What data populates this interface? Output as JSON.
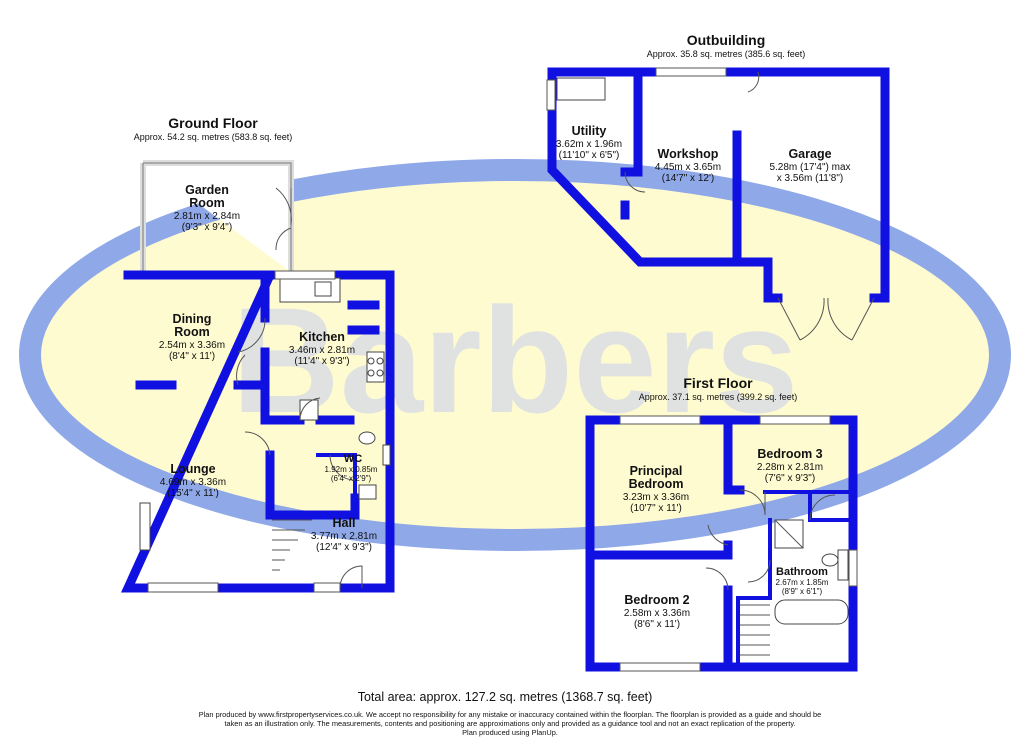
{
  "watermark": "Barbers",
  "colors": {
    "walls": "#1010e0",
    "logo_oval": "#fffbd0",
    "logo_border": "#8fa8e8"
  },
  "ground_floor": {
    "title": "Ground Floor",
    "area": "Approx. 54.2 sq. metres (583.8 sq. feet)",
    "rooms": [
      {
        "name_lines": [
          "Garden",
          "Room"
        ],
        "dims": "2.81m x 2.84m",
        "imperial": "(9'3\" x 9'4\")"
      },
      {
        "name_lines": [
          "Dining",
          "Room"
        ],
        "dims": "2.54m x 3.36m",
        "imperial": "(8'4\" x 11')"
      },
      {
        "name_lines": [
          "Kitchen"
        ],
        "dims": "3.46m x 2.81m",
        "imperial": "(11'4\" x 9'3\")"
      },
      {
        "name_lines": [
          "WC"
        ],
        "dims": "1.92m x 0.85m",
        "imperial": "(6'4\" x 2'9\")"
      },
      {
        "name_lines": [
          "Lounge"
        ],
        "dims": "4.69m x 3.36m",
        "imperial": "(15'4\" x 11')"
      },
      {
        "name_lines": [
          "Hall"
        ],
        "dims": "3.77m x 2.81m",
        "imperial": "(12'4\" x 9'3\")"
      }
    ]
  },
  "outbuilding": {
    "title": "Outbuilding",
    "area": "Approx. 35.8 sq. metres (385.6 sq. feet)",
    "rooms": [
      {
        "name_lines": [
          "Utility"
        ],
        "dims": "3.62m x 1.96m",
        "imperial": "(11'10\" x 6'5\")"
      },
      {
        "name_lines": [
          "Workshop"
        ],
        "dims": "4.45m x 3.65m",
        "imperial": "(14'7\" x 12')"
      },
      {
        "name_lines": [
          "Garage"
        ],
        "dims": "5.28m (17'4\") max",
        "imperial": "x 3.56m (11'8\")"
      }
    ]
  },
  "first_floor": {
    "title": "First Floor",
    "area": "Approx. 37.1 sq. metres (399.2 sq. feet)",
    "rooms": [
      {
        "name_lines": [
          "Principal",
          "Bedroom"
        ],
        "dims": "3.23m x 3.36m",
        "imperial": "(10'7\" x 11')"
      },
      {
        "name_lines": [
          "Bedroom 3"
        ],
        "dims": "2.28m x 2.81m",
        "imperial": "(7'6\" x 9'3\")"
      },
      {
        "name_lines": [
          "Bathroom"
        ],
        "dims": "2.67m x 1.85m",
        "imperial": "(8'9\" x 6'1\")"
      },
      {
        "name_lines": [
          "Bedroom 2"
        ],
        "dims": "2.58m x 3.36m",
        "imperial": "(8'6\" x 11')"
      }
    ]
  },
  "total": "Total area: approx. 127.2 sq. metres (1368.7 sq. feet)",
  "disclaimer": [
    "Plan produced by www.firstpropertyservices.co.uk. We accept no responsibility for any mistake or inaccuracy contained within the floorplan. The floorplan is provided as a guide and should be",
    "taken as an illustration only. The measurements, contents and positioning are approximations only and provided as a guidance tool and not an exact replication of the property.",
    "Plan produced using PlanUp."
  ]
}
